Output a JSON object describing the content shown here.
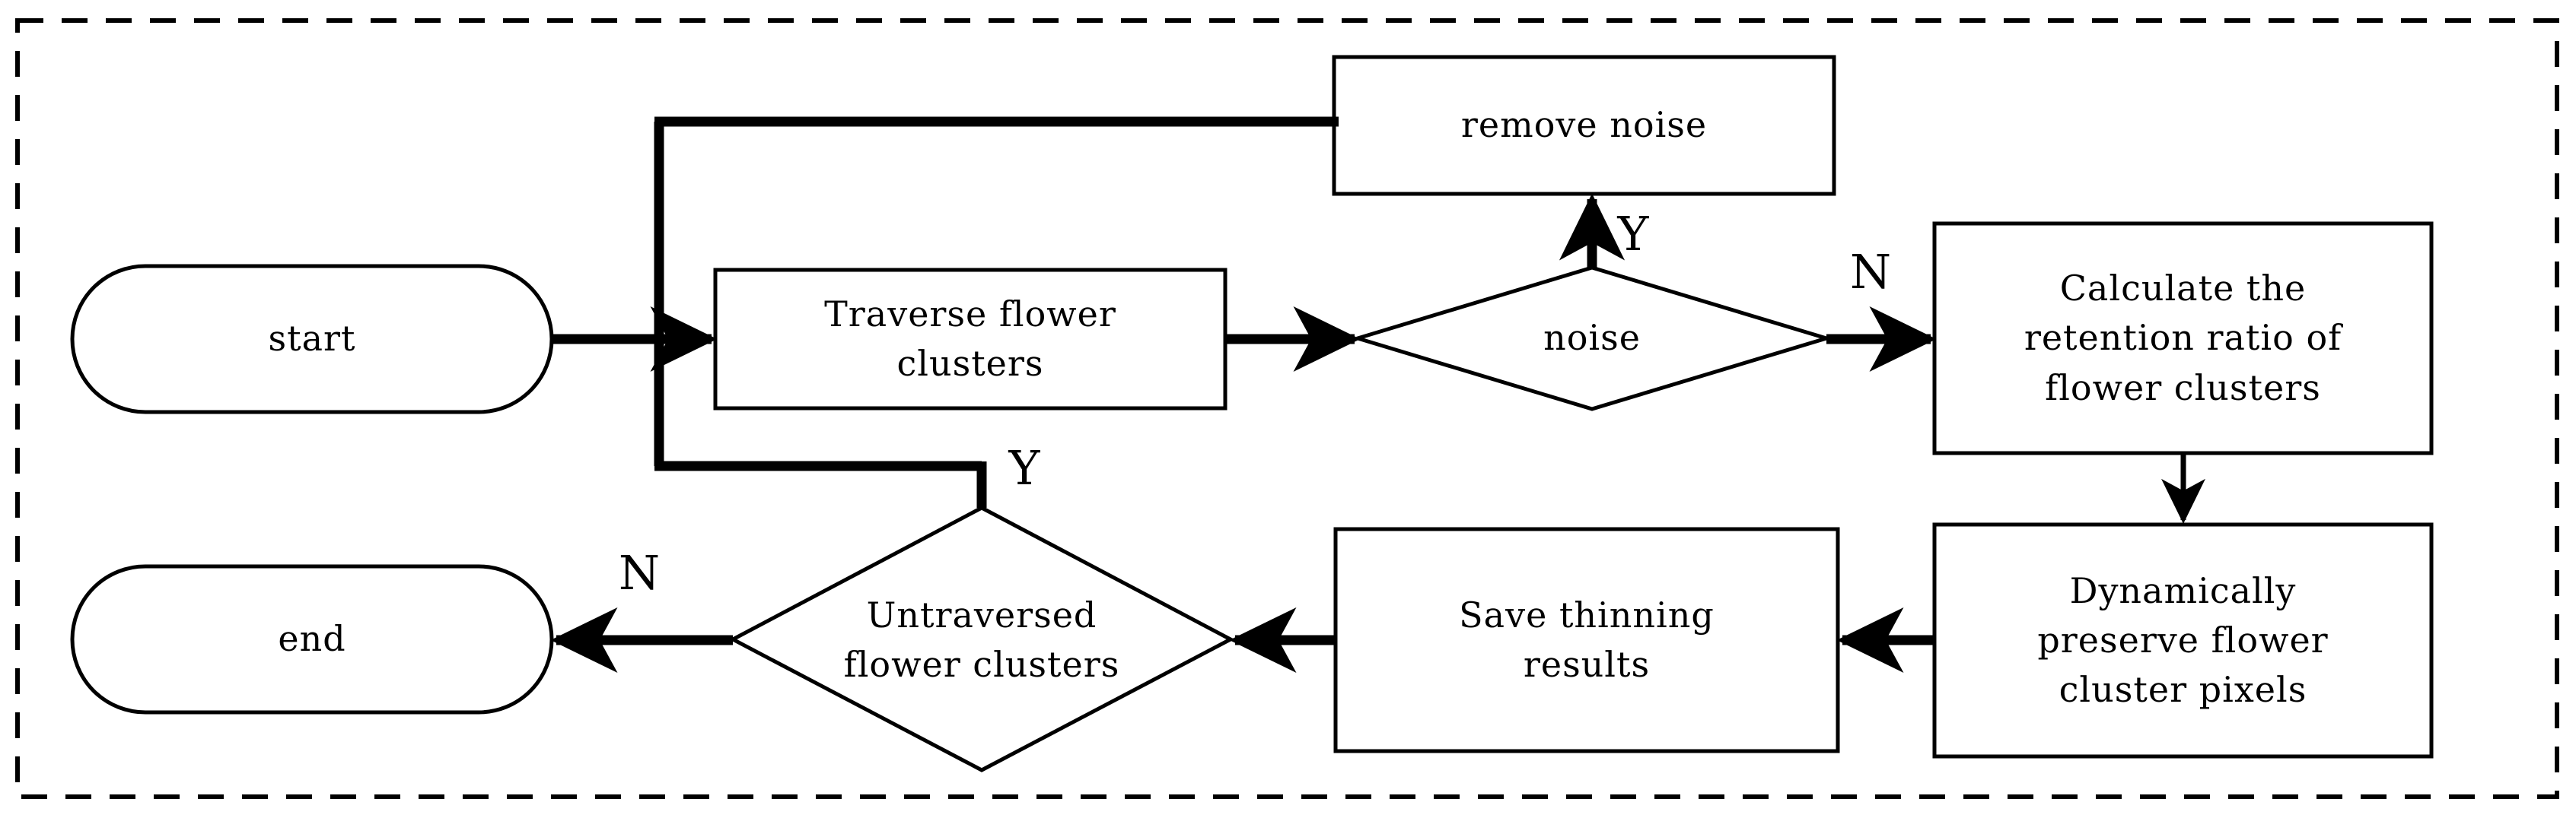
{
  "diagram": {
    "type": "flowchart",
    "title": "",
    "orientation": "left-to-right with feedback loop",
    "border": {
      "style": "dashed",
      "color": "#000000"
    },
    "colors": {
      "stroke": "#000000",
      "fill": "#ffffff",
      "text": "#000000"
    },
    "nodes": [
      {
        "id": "start",
        "shape": "stadium",
        "label": "start"
      },
      {
        "id": "traverse",
        "shape": "rectangle",
        "label": "Traverse flower\nclusters"
      },
      {
        "id": "noise",
        "shape": "diamond",
        "label": "noise"
      },
      {
        "id": "removenoise",
        "shape": "rectangle",
        "label": "remove noise"
      },
      {
        "id": "calcratio",
        "shape": "rectangle",
        "label": "Calculate the\nretention ratio of\nflower clusters"
      },
      {
        "id": "preserve",
        "shape": "rectangle",
        "label": "Dynamically\npreserve flower\ncluster pixels"
      },
      {
        "id": "savethin",
        "shape": "rectangle",
        "label": "Save thinning\nresults"
      },
      {
        "id": "untraversed",
        "shape": "diamond",
        "label": "Untraversed\nflower clusters"
      },
      {
        "id": "end",
        "shape": "stadium",
        "label": "end"
      }
    ],
    "edges": [
      {
        "from": "start",
        "to": "traverse",
        "label": ""
      },
      {
        "from": "traverse",
        "to": "noise",
        "label": ""
      },
      {
        "from": "noise",
        "to": "removenoise",
        "label": "Y"
      },
      {
        "from": "noise",
        "to": "calcratio",
        "label": "N"
      },
      {
        "from": "removenoise",
        "to": "traverse",
        "label": ""
      },
      {
        "from": "calcratio",
        "to": "preserve",
        "label": ""
      },
      {
        "from": "preserve",
        "to": "savethin",
        "label": ""
      },
      {
        "from": "savethin",
        "to": "untraversed",
        "label": ""
      },
      {
        "from": "untraversed",
        "to": "traverse",
        "label": "Y"
      },
      {
        "from": "untraversed",
        "to": "end",
        "label": "N"
      }
    ],
    "branch_labels": [
      {
        "id": "y-noise",
        "text": "Y"
      },
      {
        "id": "n-noise",
        "text": "N"
      },
      {
        "id": "y-untraversed",
        "text": "Y"
      },
      {
        "id": "n-untraversed",
        "text": "N"
      }
    ]
  }
}
